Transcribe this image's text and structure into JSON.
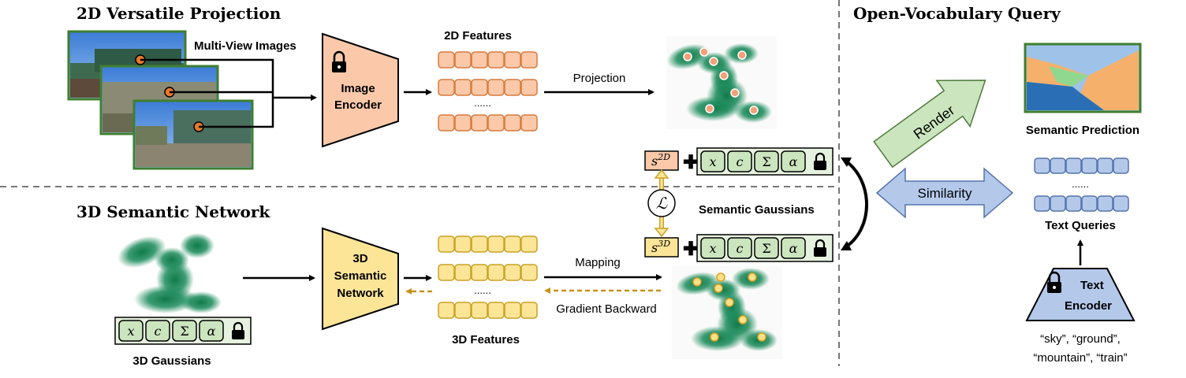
{
  "sections": {
    "projection_title": "2D Versatile Projection",
    "semantic_network_title": "3D Semantic Network",
    "query_title": "Open-Vocabulary Query"
  },
  "labels": {
    "multi_view_images": "Multi-View Images",
    "image_encoder_line1": "Image",
    "image_encoder_line2": "Encoder",
    "features_2d": "2D Features",
    "features_3d": "3D Features",
    "dots": "......",
    "projection": "Projection",
    "mapping": "Mapping",
    "gradient_backward": "Gradient Backward",
    "semantic_network_line1": "3D",
    "semantic_network_line2": "Semantic",
    "semantic_network_line3": "Network",
    "gaussians_3d": "3D Gaussians",
    "semantic_gaussians": "Semantic Gaussians",
    "loss_symbol": "ℒ",
    "s2d_base": "s",
    "s2d_sup": "2D",
    "s3d_base": "s",
    "s3d_sup": "3D",
    "render": "Render",
    "similarity": "Similarity",
    "semantic_prediction": "Semantic Prediction",
    "text_queries": "Text Queries",
    "text_encoder_line1": "Text",
    "text_encoder_line2": "Encoder",
    "queries_line1": "“sky”, “ground”,",
    "queries_line2": "“mountain”, “train”"
  },
  "gaussian_params": [
    "x",
    "c",
    "Σ",
    "α"
  ],
  "colors": {
    "orange_fill": "#fbc9a9",
    "orange_stroke": "#d77a3e",
    "yellow_fill": "#fde598",
    "yellow_stroke": "#c9a227",
    "blue_fill": "#b4c9ea",
    "blue_stroke": "#5574ab",
    "green_fill": "#cbe5be",
    "green_stroke": "#4e7a3a",
    "gaussian_green": "#1a8a5a",
    "gradient_arrow": "#c6921c"
  }
}
